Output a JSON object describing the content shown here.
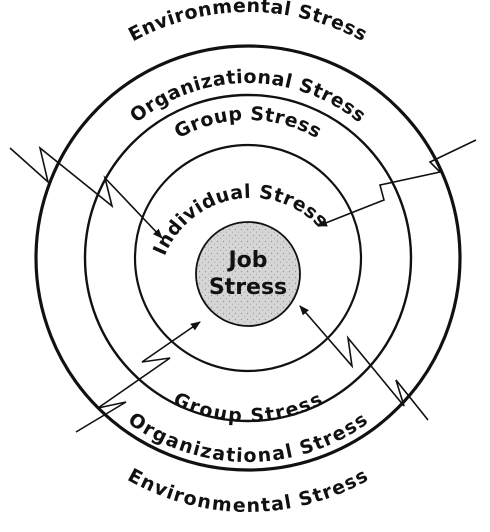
{
  "labels": {
    "environmental_top": "Environmental Stress",
    "organizational_top": "Organizational Stress",
    "group_top": "Group Stress",
    "individual": "Individual Stress",
    "core_line1": "Job",
    "core_line2": "Stress",
    "group_bottom": "Group Stress",
    "organizational_bottom": "Organizational Stress",
    "environmental_bottom": "Environmental Stress"
  },
  "colors": {
    "line": "#111111",
    "core_fill": "#d9d9d9"
  }
}
